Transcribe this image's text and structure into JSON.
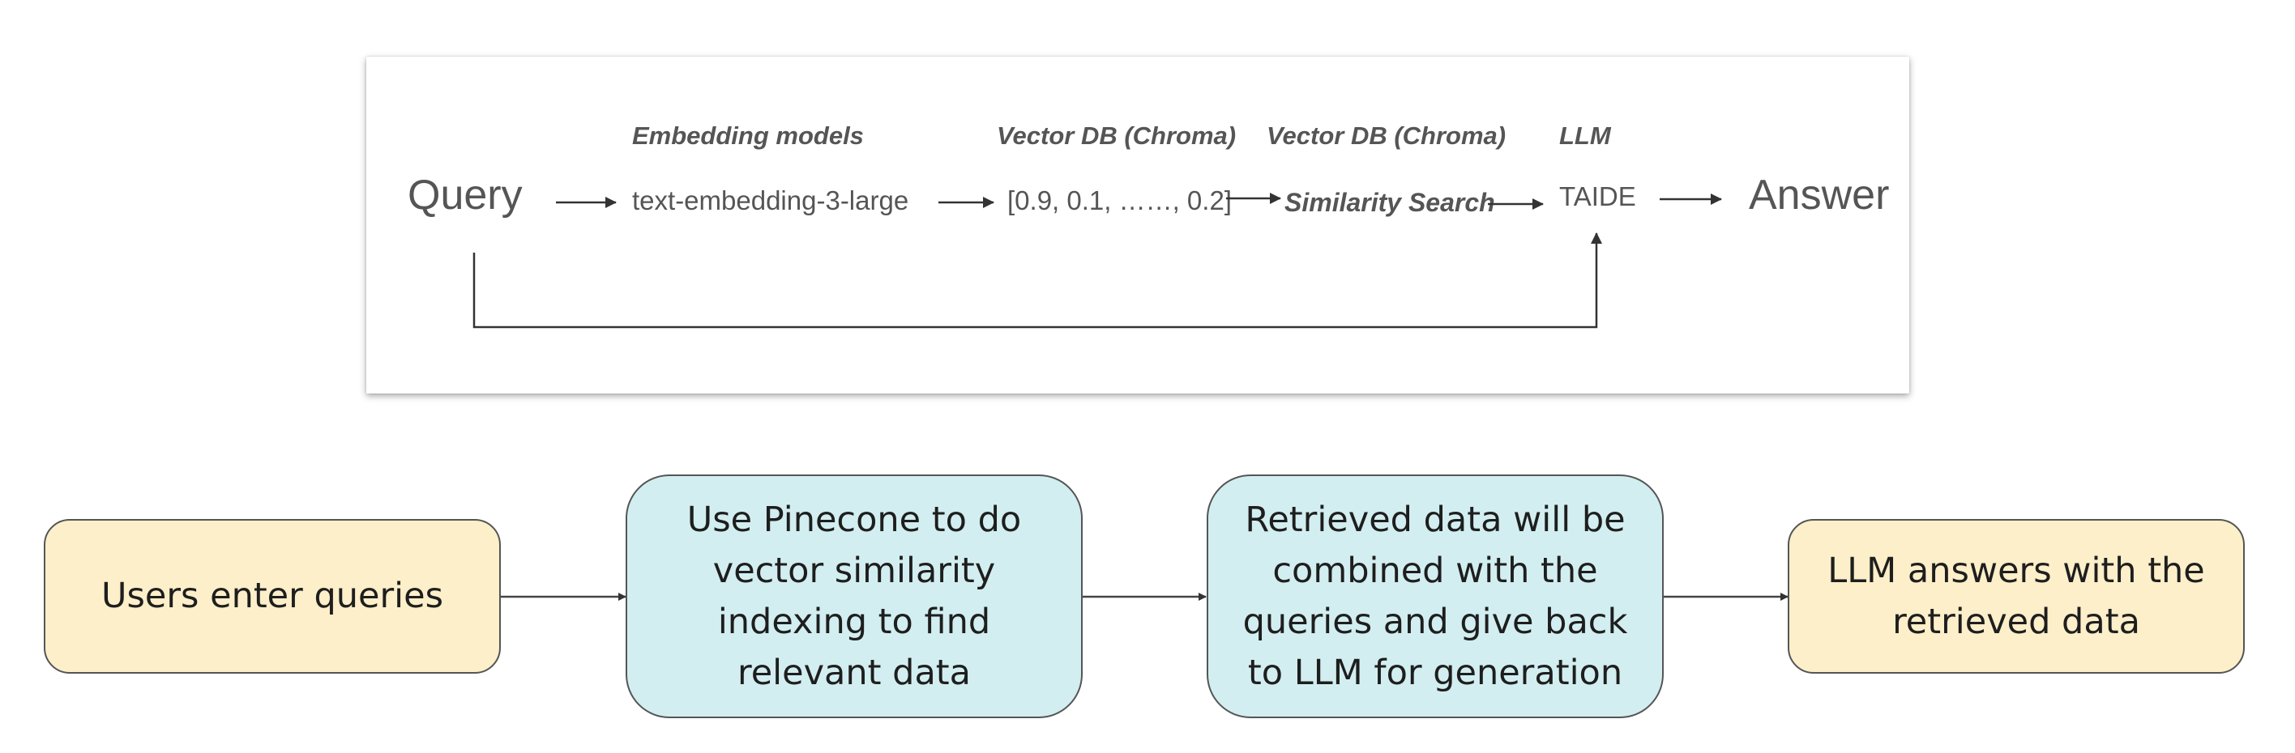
{
  "pipeline": {
    "query": "Query",
    "answer": "Answer",
    "embedding_header": "Embedding models",
    "embedding_model": "text-embedding-3-large",
    "vector_header_1": "Vector DB (Chroma)",
    "vector_value": "[0.9, 0.1, ……, 0.2]",
    "vector_header_2": "Vector DB (Chroma)",
    "similarity": "Similarity Search",
    "llm_header": "LLM",
    "llm_model": "TAIDE"
  },
  "flow": {
    "step1": "Users enter queries",
    "step2": "Use Pinecone to do vector similarity indexing to find relevant data",
    "step3": "Retrieved data will be combined with the queries and give back to LLM for generation",
    "step4": "LLM answers with the retrieved data"
  },
  "colors": {
    "yellow_box": "#fcefc9",
    "teal_box": "#d2eef0",
    "line": "#333333"
  }
}
